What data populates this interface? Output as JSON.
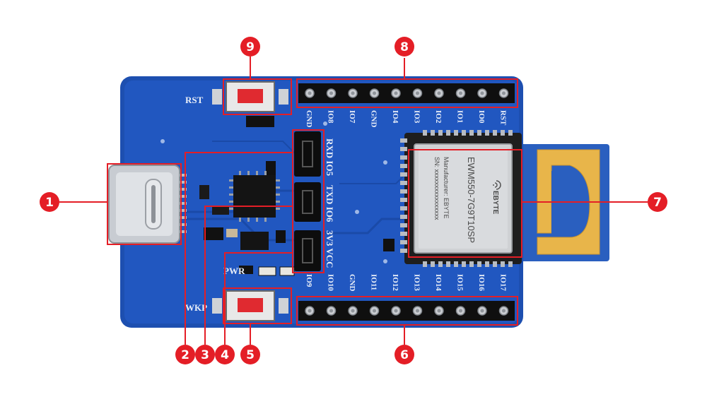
{
  "colors": {
    "board": "#1d4fb0",
    "board_dark": "#153d8c",
    "callout": "#e41e26",
    "silk": "#e8eef8",
    "antenna": "#e8b54a",
    "header": "#0d0d0d"
  },
  "top_header": {
    "pins": [
      "GND",
      "IO8",
      "IO7",
      "GND",
      "IO4",
      "IO3",
      "IO2",
      "IO1",
      "IO0",
      "RST"
    ]
  },
  "bottom_header": {
    "pins": [
      "IO9",
      "IO10",
      "GND",
      "IO11",
      "IO12",
      "IO13",
      "IO14",
      "IO15",
      "IO16",
      "IO17"
    ]
  },
  "jumpers": {
    "row1": "RXD IO5",
    "row2": "TXD IO6",
    "row3": "3V3 VCC"
  },
  "silkscreen": {
    "rst": "RST",
    "wkp": "WKP",
    "pwr": "PWR"
  },
  "module": {
    "model": "EWM550-7G9T10SP",
    "brand": "EBYTE",
    "manufacturer": "Manufacturer: EBYTE",
    "sn": "SN: xxxxxxxxxxxxxxxx"
  },
  "callouts": [
    "1",
    "2",
    "3",
    "4",
    "5",
    "6",
    "7",
    "8",
    "9"
  ],
  "icons": {
    "wifi": "wifi-icon"
  }
}
